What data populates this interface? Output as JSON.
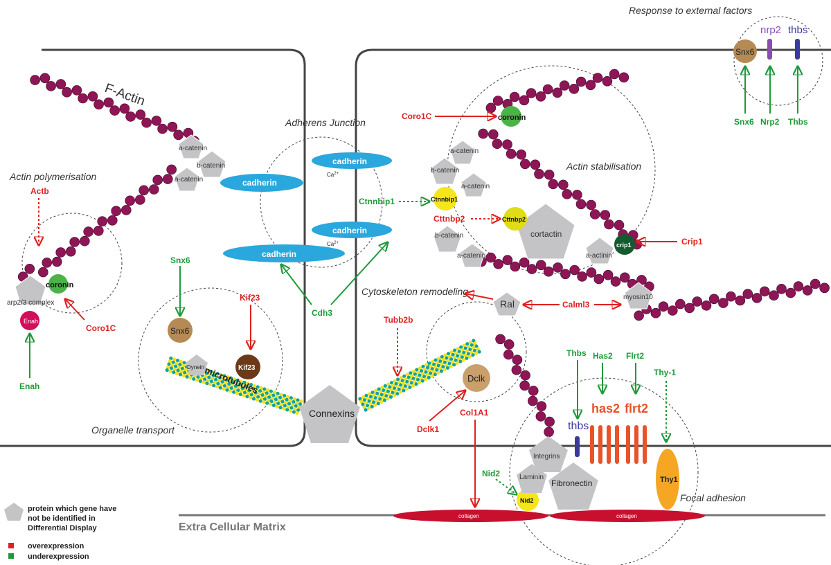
{
  "labels": {
    "f_actin": "F-Actin",
    "adherens_junction": "Adherens Junction",
    "actin_polymerisation": "Actin polymerisation",
    "actin_stabilisation": "Actin stabilisation",
    "response_external": "Response to external factors",
    "cytoskeleton_remodeling": "Cytoskeleton remodeling",
    "organelle_transport": "Organelle transport",
    "focal_adhesion": "Focal adhesion",
    "ecm": "Extra Cellular Matrix",
    "microtubules": "microtubules"
  },
  "proteins": {
    "a_catenin": "a-catenin",
    "b_catenin": "b-catenin",
    "cadherin": "cadherin",
    "ca": "Ca",
    "ca_sup": "2+",
    "coronin": "coronin",
    "arp23": "arp2/3 complex",
    "enah": "Enah",
    "snx6": "Snx6",
    "dynein": "Dynein",
    "kif23": "Kif23",
    "connexins": "Connexins",
    "ctnnbip1": "Ctnnbip1",
    "cttnbp2": "Cttnbp2",
    "cortactin": "cortactin",
    "a_actinin": "a-actinin",
    "crip1": "crip1",
    "myosin10": "myosin10",
    "ral": "Ral",
    "dclk": "Dclk",
    "integrins": "Integrins",
    "laminin": "Laminin",
    "fibronectin": "Fibronectin",
    "nid2": "Nid2",
    "collagen": "collagen",
    "thy1": "Thy1",
    "nrp2": "nrp2",
    "thbs": "thbs",
    "has2": "has2",
    "flrt2": "flrt2"
  },
  "genes": {
    "actb": "Actb",
    "coro1c": "Coro1C",
    "enah": "Enah",
    "snx6": "Snx6",
    "kif23": "Kif23",
    "cdh3": "Cdh3",
    "ctnnbip1": "Ctnnbip1",
    "cttnbp2": "Cttnbp2",
    "crip1": "Crip1",
    "calml3": "Calml3",
    "tubb2b": "Tubb2b",
    "dclk1": "Dclk1",
    "col1a1": "Col1A1",
    "nid2": "Nid2",
    "thbs": "Thbs",
    "has2": "Has2",
    "flrt2": "Flrt2",
    "thy1": "Thy-1",
    "nrp2": "Nrp2"
  },
  "legend": {
    "protein_line1": "protein which gene have",
    "protein_line2": "not be identified in",
    "protein_line3": "Differential Display",
    "over": "overexpression",
    "under": "underexpression"
  },
  "colors": {
    "overexpression": "#e02020",
    "underexpression": "#1f9a3a",
    "actin": "#8e1656",
    "cadherin": "#2aa7dc",
    "protein_gray": "#c4c4c6",
    "collagen": "#c8102e"
  }
}
